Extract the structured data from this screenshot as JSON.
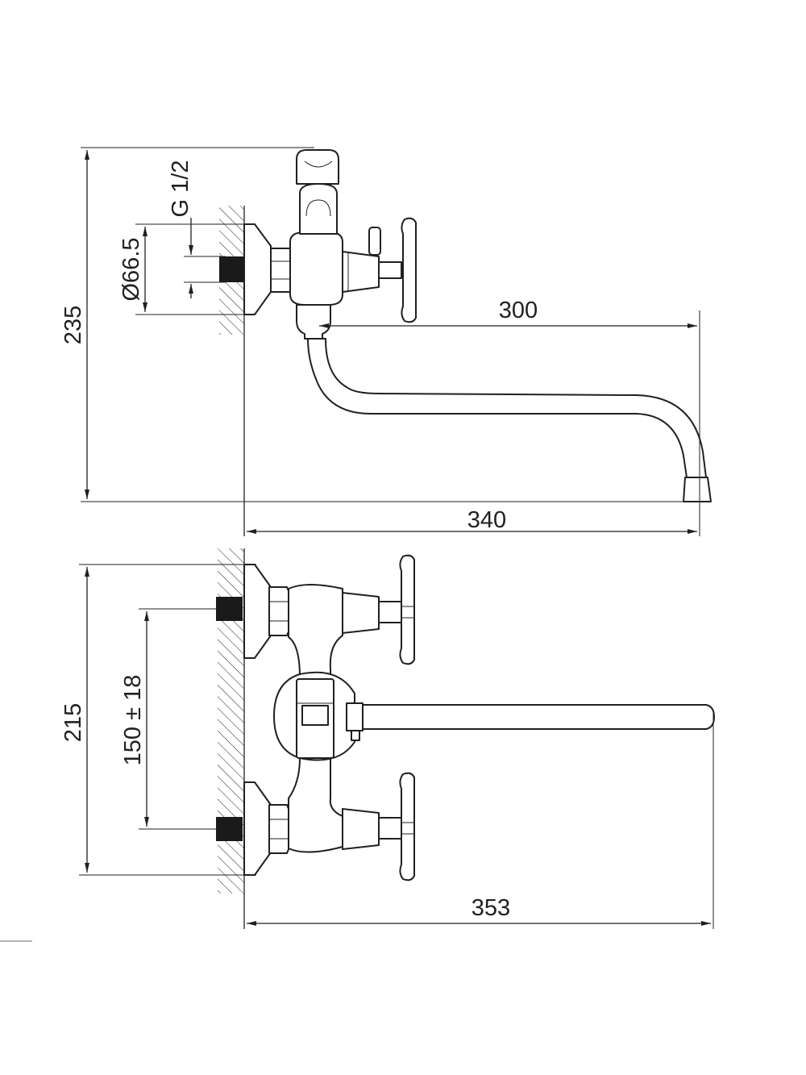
{
  "side_view": {
    "dim_height": "235",
    "dim_connection_diameter": "Ø66.5",
    "dim_thread": "G 1/2",
    "dim_spout_reach": "300",
    "dim_total_depth": "340"
  },
  "front_view": {
    "dim_height": "215",
    "dim_center_distance": "150 ± 18",
    "dim_total_width": "353"
  }
}
